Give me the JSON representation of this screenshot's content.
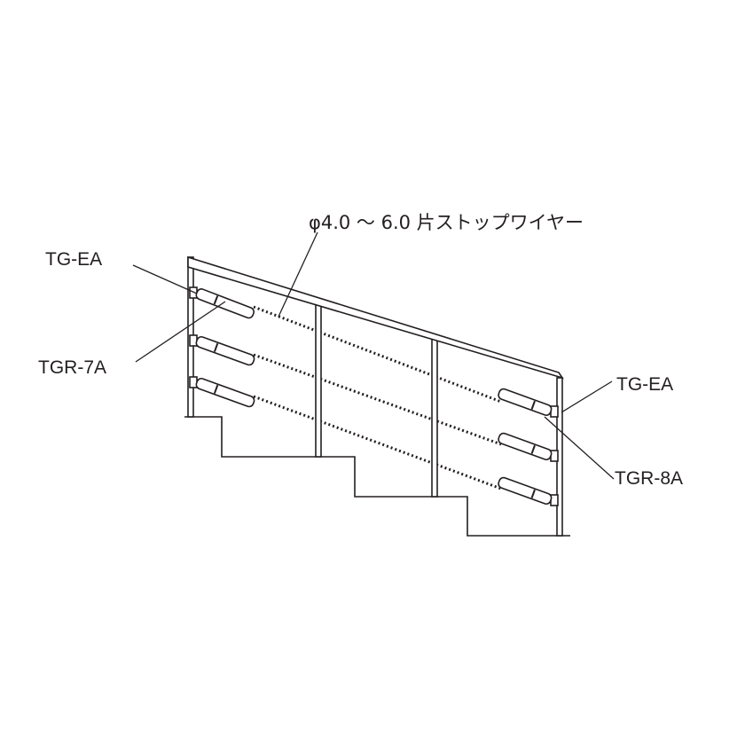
{
  "labels": {
    "wire": "φ4.0 ～ 6.0 片ストップワイヤー",
    "left_top": "TG-EA",
    "left_mid": "TGR-7A",
    "right_top": "TG-EA",
    "right_mid": "TGR-8A"
  },
  "colors": {
    "line": "#231f20",
    "background": "#ffffff"
  },
  "wire_count": 3
}
